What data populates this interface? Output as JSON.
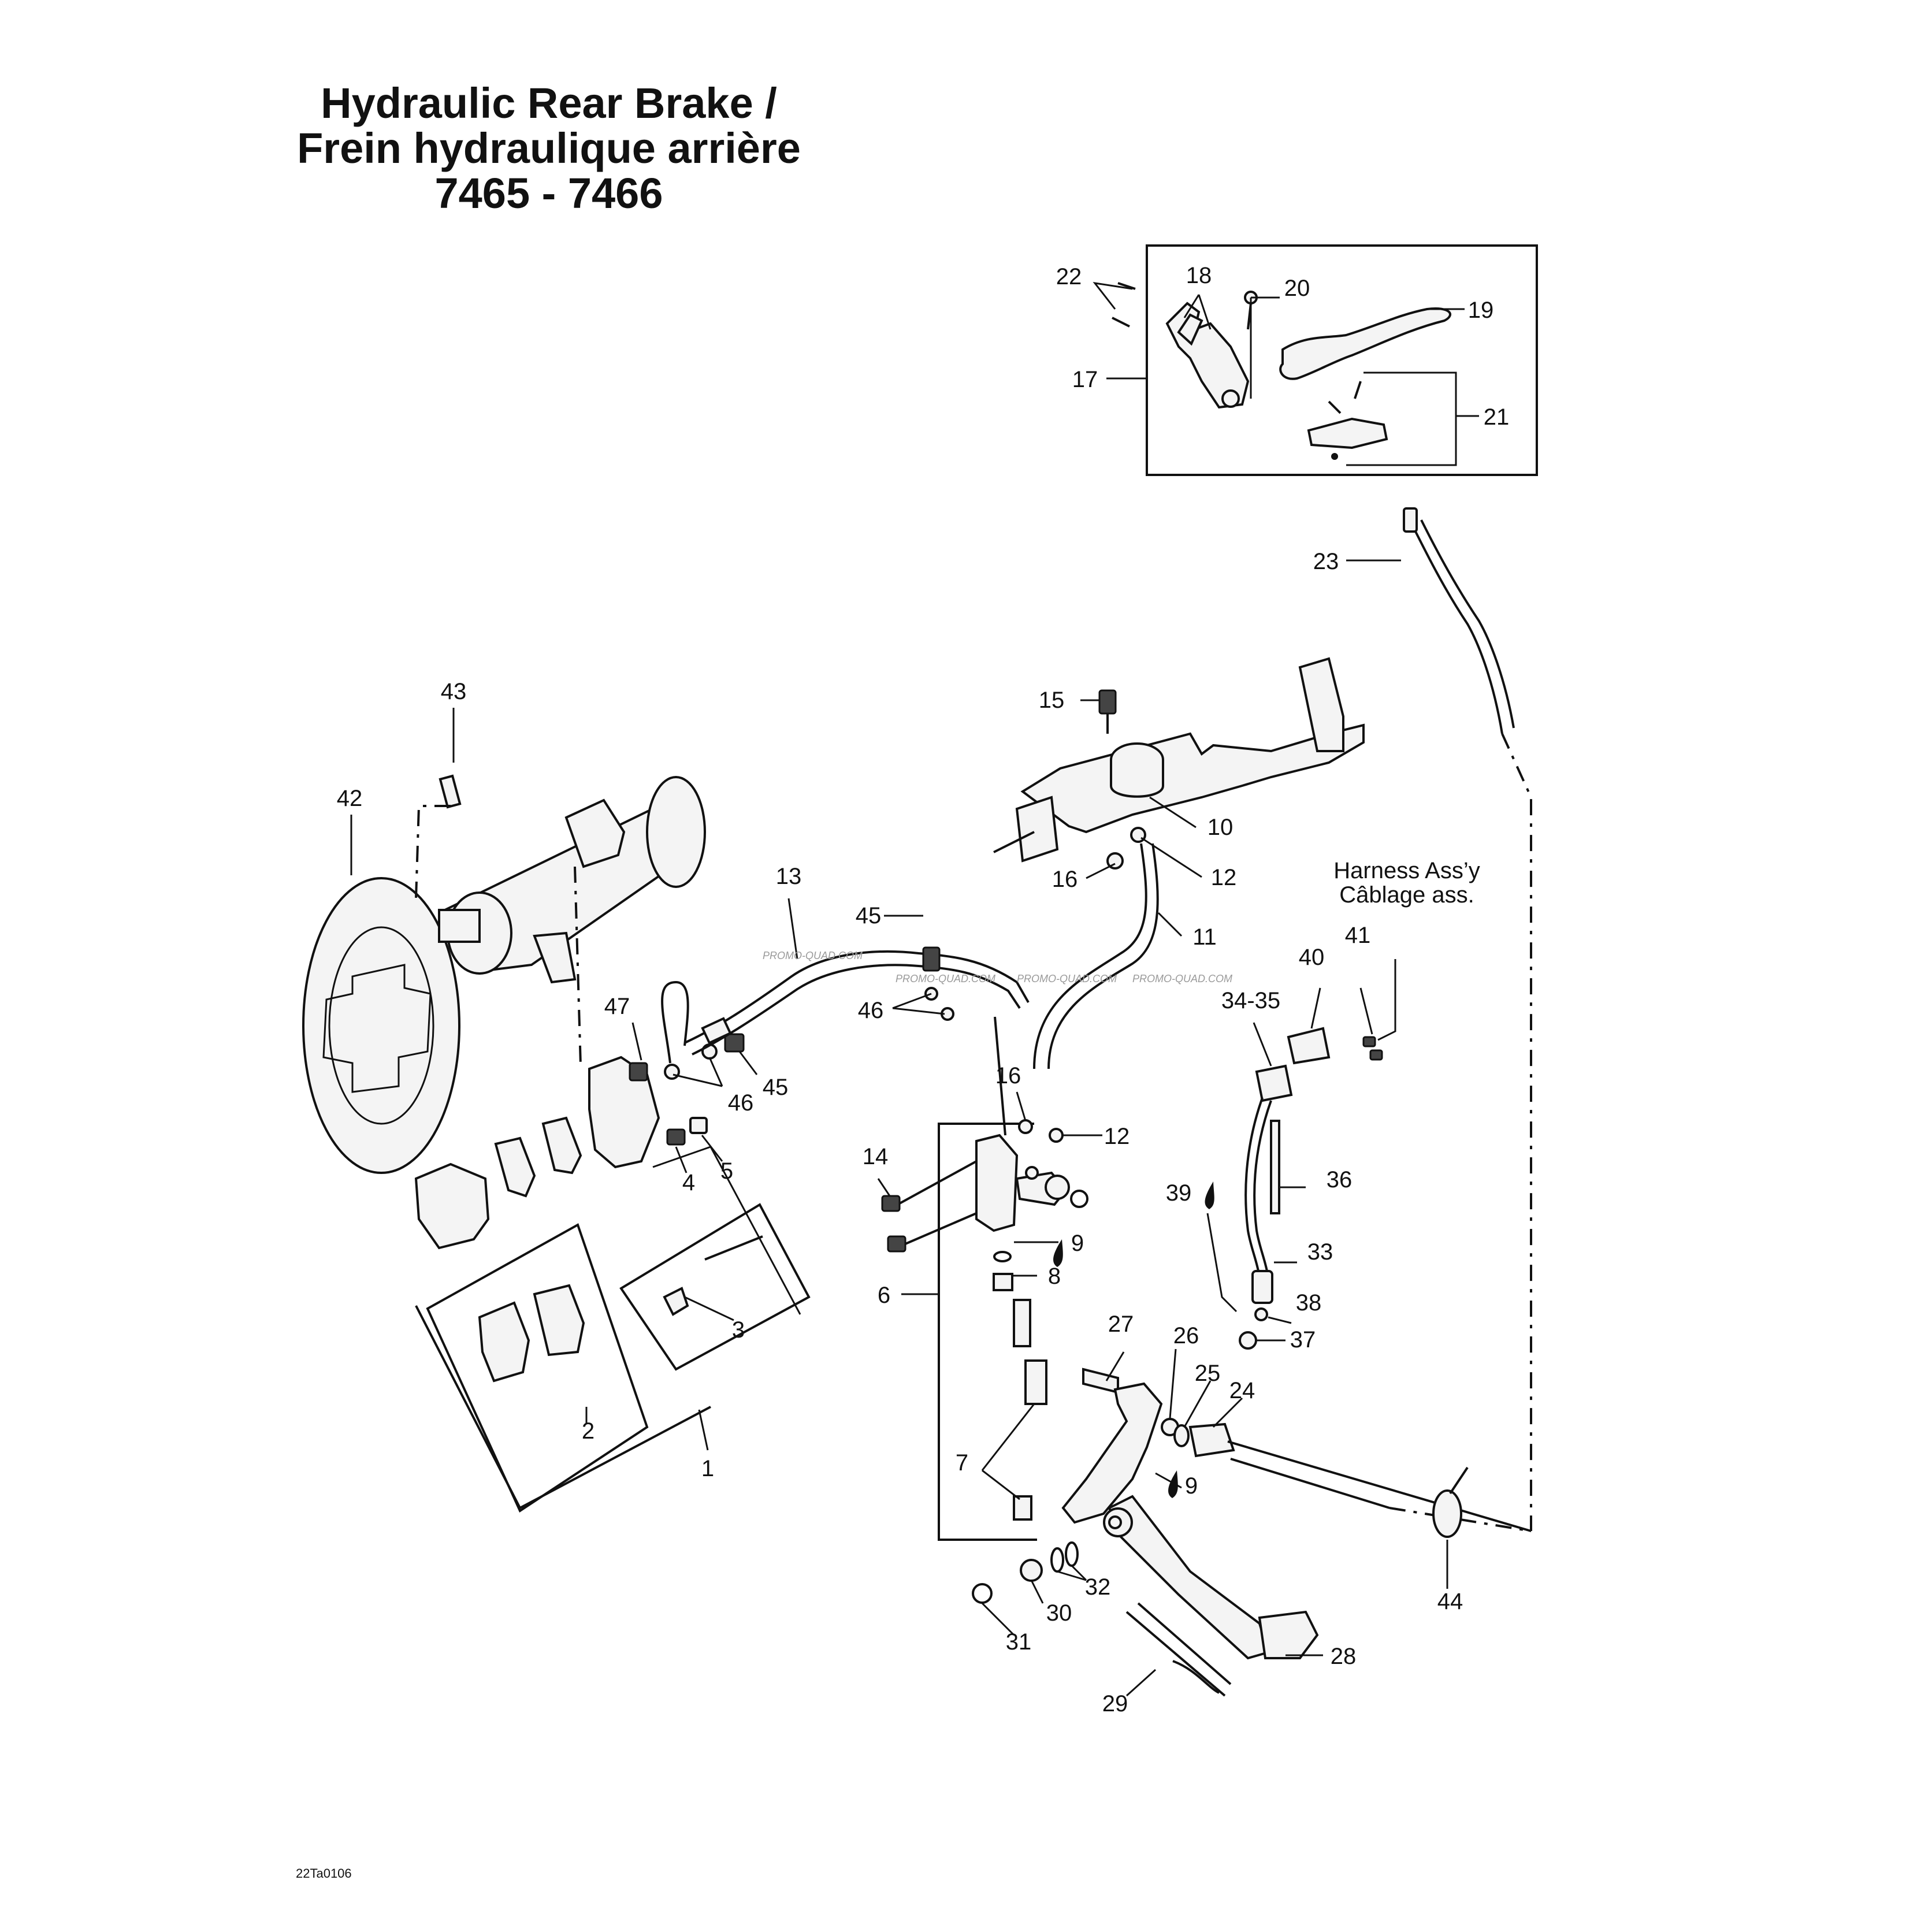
{
  "title": {
    "line1": "Hydraulic Rear Brake /",
    "line2": "Frein hydraulique arrière",
    "line3": "7465 - 7466"
  },
  "notes": {
    "harness_en": "Harness Ass’y",
    "harness_fr": "Câblage ass."
  },
  "watermarks": [
    "PROMO-QUAD.COM",
    "PROMO-QUAD.COM",
    "PROMO-QUAD.COM",
    "PROMO-QUAD.COM"
  ],
  "footer": {
    "code": "22Ta0106"
  },
  "callouts": {
    "c1": "1",
    "c2": "2",
    "c3": "3",
    "c4": "4",
    "c5": "5",
    "c6": "6",
    "c7": "7",
    "c8": "8",
    "c9a": "9",
    "c9b": "9",
    "c10": "10",
    "c11": "11",
    "c12a": "12",
    "c12b": "12",
    "c13": "13",
    "c14": "14",
    "c15": "15",
    "c16a": "16",
    "c16b": "16",
    "c17": "17",
    "c18": "18",
    "c19": "19",
    "c20": "20",
    "c21": "21",
    "c22": "22",
    "c23": "23",
    "c24": "24",
    "c25": "25",
    "c26": "26",
    "c27": "27",
    "c28": "28",
    "c29": "29",
    "c30": "30",
    "c31": "31",
    "c32": "32",
    "c33": "33",
    "c34": "34-35",
    "c36": "36",
    "c37": "37",
    "c38": "38",
    "c39": "39",
    "c40": "40",
    "c41": "41",
    "c42": "42",
    "c43": "43",
    "c44": "44",
    "c45a": "45",
    "c45b": "45",
    "c46a": "46",
    "c46b": "46",
    "c47": "47"
  }
}
